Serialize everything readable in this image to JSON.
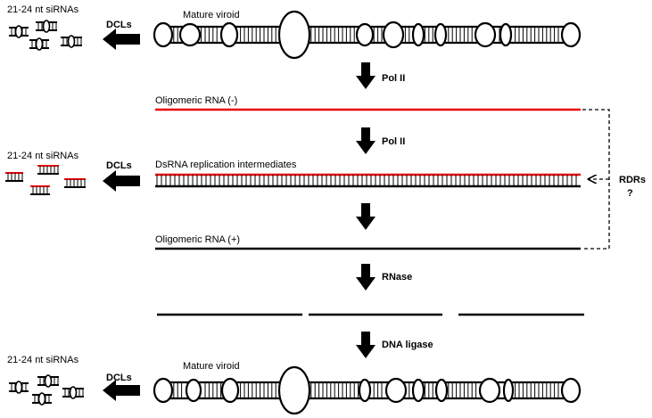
{
  "labels": {
    "mature_viroid_top": "Mature viroid",
    "mature_viroid_bottom": "Mature viroid",
    "oligomeric_minus": "Oligomeric RNA (-)",
    "dsrna_intermediates": "DsRNA replication intermediates",
    "oligomeric_plus": "Oligomeric RNA (+)",
    "sirna_top": "21-24 nt siRNAs",
    "sirna_middle": "21-24 nt siRNAs",
    "sirna_bottom": "21-24 nt siRNAs",
    "dcl_top": "DCLs",
    "dcl_middle": "DCLs",
    "dcl_bottom": "DCLs",
    "step_pol2_first": "Pol II",
    "step_pol2_second": "Pol II",
    "step_rnase": "RNase",
    "step_dna_ligase": "DNA ligase",
    "rdrs": "RDRs",
    "rdrs_question": "?"
  },
  "colors": {
    "minus_strand": "#e8000b",
    "plus_strand": "#000000",
    "arrow": "#000000"
  }
}
